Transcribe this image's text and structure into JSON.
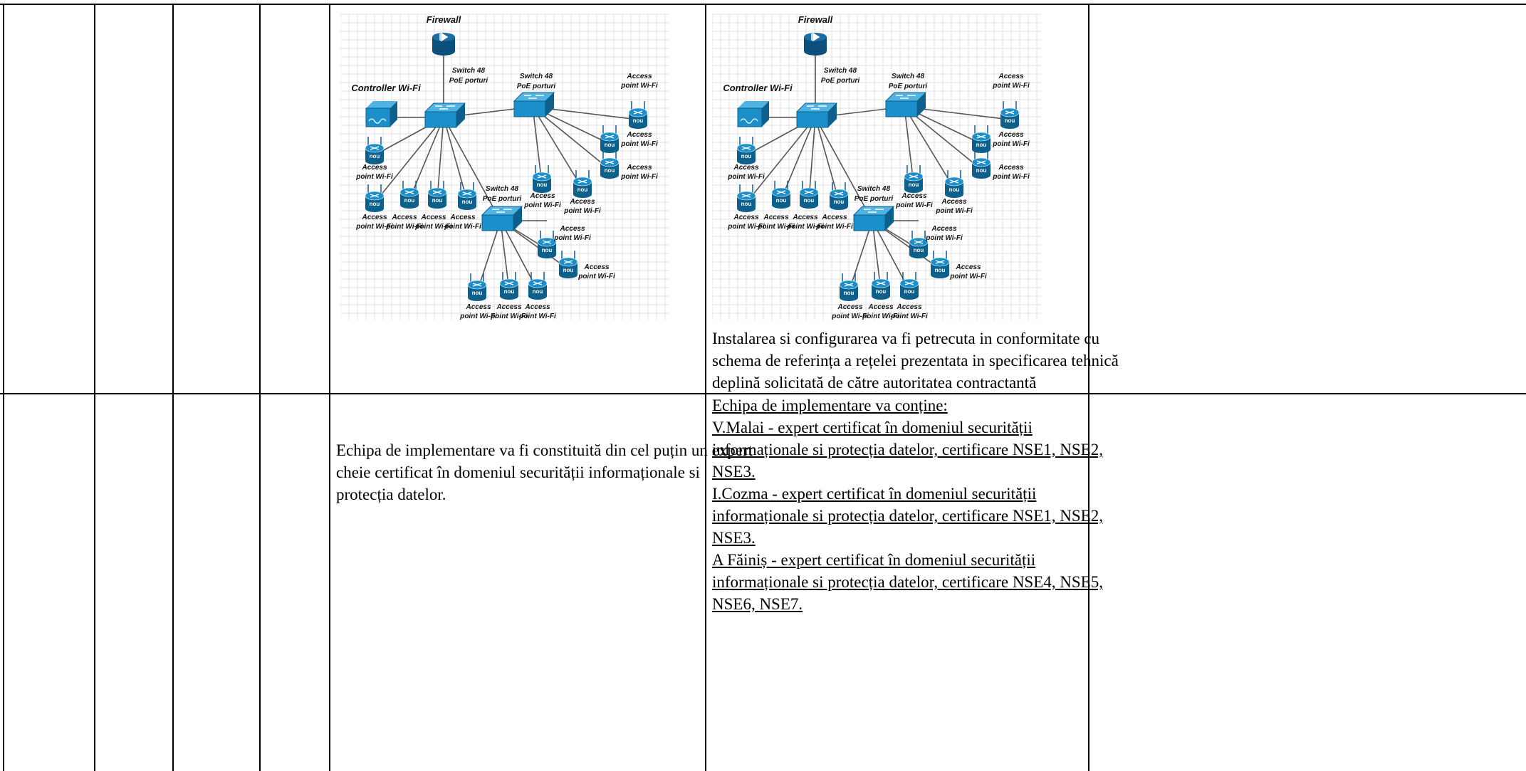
{
  "diagram": {
    "firewall_label": "Firewall",
    "controller_label": "Controller Wi-Fi",
    "switch_label_line1": "Switch 48",
    "switch_label_line2": "PoE porturi",
    "ap_label_line1": "Access",
    "ap_label_line2": "point Wi-Fi",
    "ap_badge": "nou",
    "colors": {
      "device": "#1b8fc9",
      "device_dark": "#0d5f8c",
      "firewall": "#0b4f7a",
      "grid": "#d9d9d9",
      "link": "#555555"
    },
    "icons": [
      "firewall-icon",
      "switch-icon",
      "controller-icon",
      "access-point-icon"
    ]
  },
  "row1": {
    "right_paragraph": [
      "Instalarea si configurarea va fi petrecuta in conformitate cu",
      "schema de referința a rețelei prezentata in specificarea tehnică",
      "deplină solicitată de către autoritatea contractantă"
    ]
  },
  "row2": {
    "left_paragraph": [
      "Echipa de implementare va fi constituită din cel puțin un expert",
      "cheie certificat în domeniul securității informaționale si",
      "protecția datelor."
    ],
    "right_paragraph": [
      "Echipa de implementare va conține:",
      "V.Malai - expert certificat în domeniul securității",
      "informaționale si protecția datelor, certificare NSE1, NSE2,",
      "NSE3.",
      "I.Cozma - expert certificat în domeniul securității",
      "informaționale si protecția datelor, certificare NSE1, NSE2,",
      "NSE3.",
      "A Făiniș - expert certificat în domeniul securității",
      "informaționale si protecția datelor, certificare NSE4, NSE5,",
      "NSE6, NSE7."
    ]
  }
}
